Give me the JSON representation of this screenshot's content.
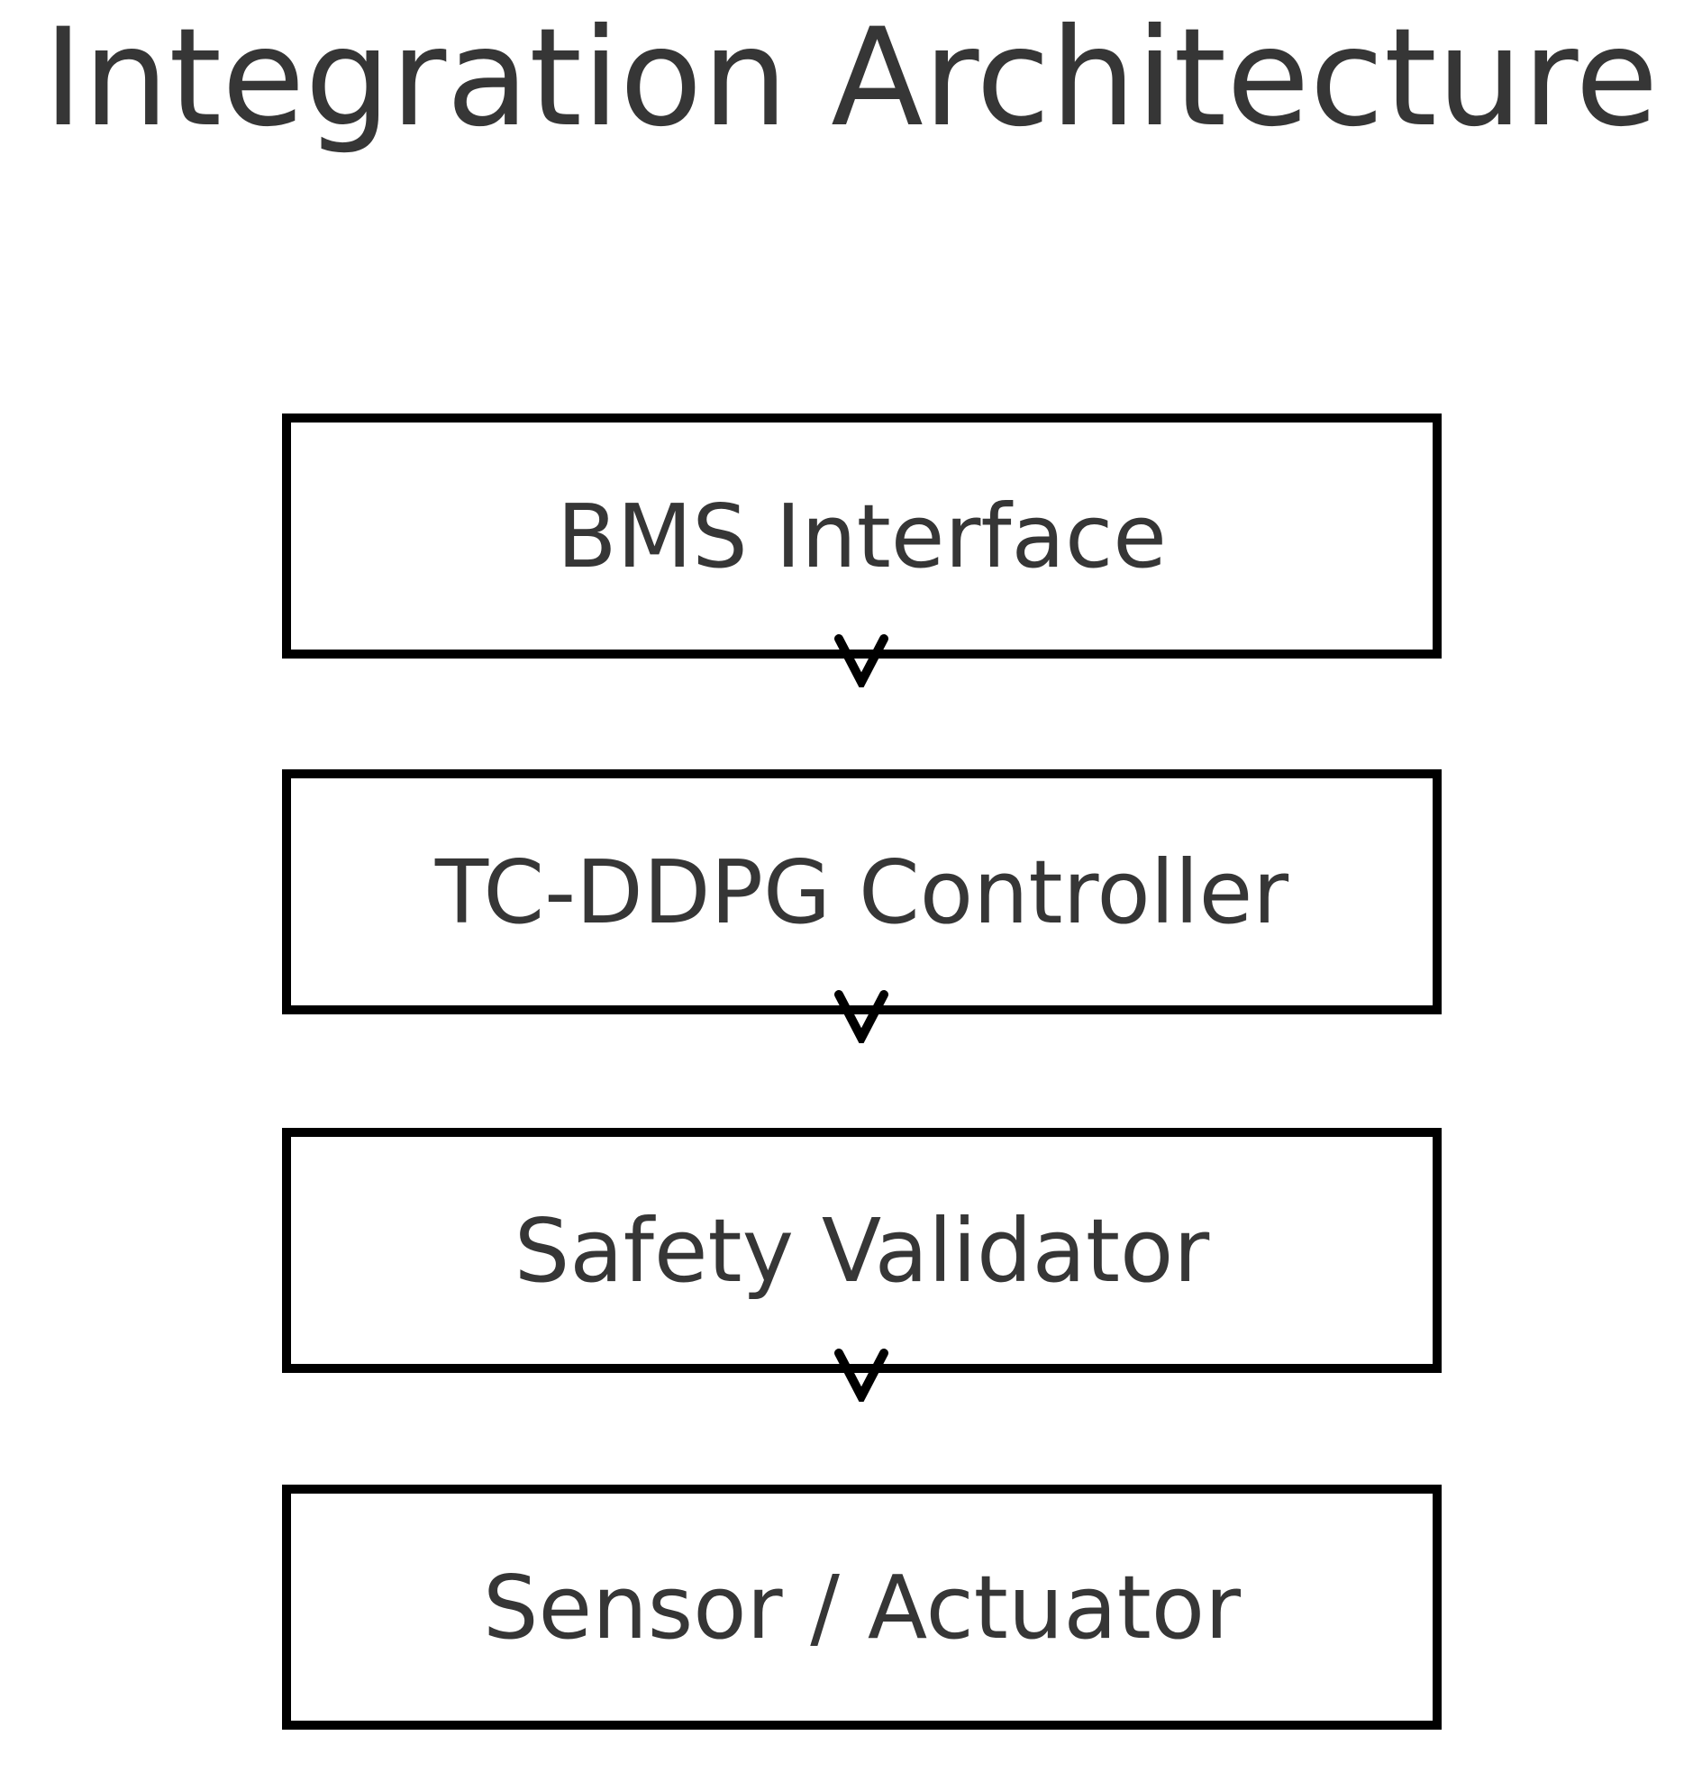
{
  "title": "Integration Architecture",
  "colors": {
    "background": "#ffffff",
    "box_border": "#000000",
    "text": "#363636",
    "arrow": "#000000"
  },
  "diagram": {
    "type": "flowchart",
    "direction": "top-down",
    "nodes": [
      {
        "id": "bms-interface",
        "label": "BMS Interface"
      },
      {
        "id": "tc-ddpg-controller",
        "label": "TC-DDPG Controller"
      },
      {
        "id": "safety-validator",
        "label": "Safety Validator"
      },
      {
        "id": "sensor-actuator",
        "label": "Sensor / Actuator"
      }
    ],
    "edges": [
      {
        "from": "bms-interface",
        "to": "tc-ddpg-controller",
        "direction": "down"
      },
      {
        "from": "tc-ddpg-controller",
        "to": "safety-validator",
        "direction": "down"
      },
      {
        "from": "safety-validator",
        "to": "sensor-actuator",
        "direction": "down"
      }
    ]
  }
}
